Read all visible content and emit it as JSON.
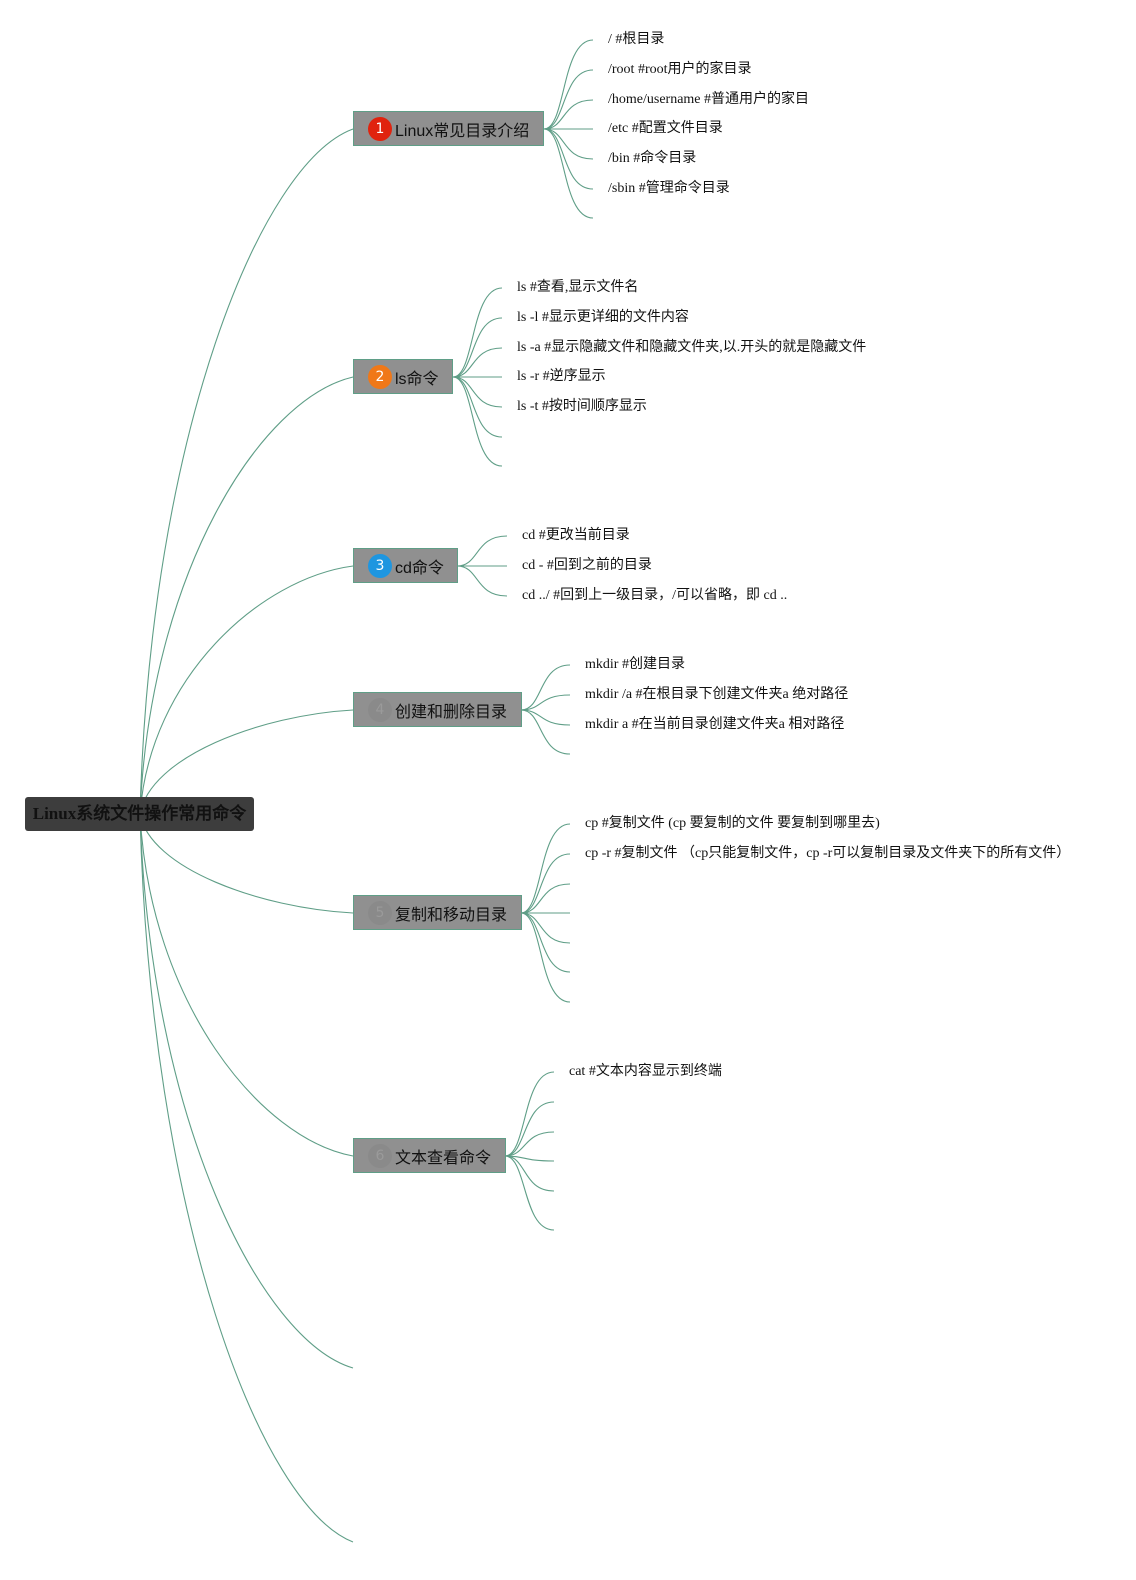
{
  "colors": {
    "connector": "#5f9e87",
    "root_fill": "#3d3d3d",
    "branch_fill": "#909090"
  },
  "root": {
    "label": "Linux系统文件操作常用命令"
  },
  "branches": [
    {
      "number": "1",
      "badge_color": "#e0230e",
      "badge_text_color": "#ffffff",
      "label": "Linux常见目录介绍",
      "items": [
        "/ #根目录",
        "/root #root用户的家目录",
        "/home/username #普通用户的家目",
        "/etc #配置文件目录",
        "/bin #命令目录",
        "/sbin #管理命令目录"
      ]
    },
    {
      "number": "2",
      "badge_color": "#f07818",
      "badge_text_color": "#ffffff",
      "label": "ls命令",
      "items": [
        "ls #查看,显示文件名",
        "ls -l #显示更详细的文件内容",
        "ls -a #显示隐藏文件和隐藏文件夹,以.开头的就是隐藏文件",
        "ls -r #逆序显示",
        "ls -t #按时间顺序显示"
      ]
    },
    {
      "number": "3",
      "badge_color": "#1e96e0",
      "badge_text_color": "#ffffff",
      "label": "cd命令",
      "items": [
        "cd #更改当前目录",
        "cd - #回到之前的目录",
        "cd ../ #回到上一级目录，/可以省略，即 cd .."
      ]
    },
    {
      "number": "4",
      "badge_color": "#8a8a8a",
      "badge_text_color": "#9a9a9a",
      "label": "创建和删除目录",
      "items": [
        "mkdir #创建目录",
        "mkdir /a #在根目录下创建文件夹a 绝对路径",
        "mkdir a #在当前目录创建文件夹a 相对路径"
      ]
    },
    {
      "number": "5",
      "badge_color": "#8a8a8a",
      "badge_text_color": "#9a9a9a",
      "label": "复制和移动目录",
      "items": [
        "cp #复制文件 (cp 要复制的文件 要复制到哪里去)",
        "cp -r #复制文件  （cp只能复制文件，cp -r可以复制目录及文件夹下的所有文件）"
      ]
    },
    {
      "number": "6",
      "badge_color": "#8a8a8a",
      "badge_text_color": "#9a9a9a",
      "label": "文本查看命令",
      "items": [
        "cat #文本内容显示到终端"
      ]
    }
  ]
}
